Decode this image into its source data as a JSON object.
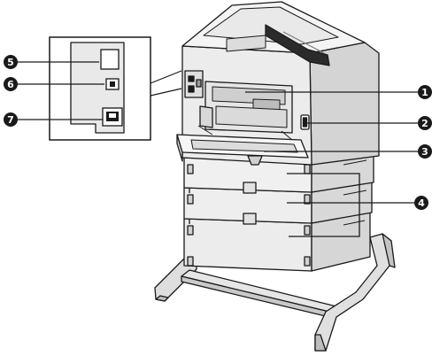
{
  "callouts": [
    {
      "id": "1",
      "label": "1"
    },
    {
      "id": "2",
      "label": "2"
    },
    {
      "id": "3",
      "label": "3"
    },
    {
      "id": "4",
      "label": "4"
    },
    {
      "id": "5",
      "label": "5"
    },
    {
      "id": "6",
      "label": "6"
    },
    {
      "id": "7",
      "label": "7"
    }
  ],
  "colors": {
    "fill_main": "#e8e8e8",
    "fill_light": "#f2f2f2",
    "fill_dark": "#cfcfcf",
    "fill_black": "#1a1a1a",
    "stroke": "#1a1a1a"
  }
}
